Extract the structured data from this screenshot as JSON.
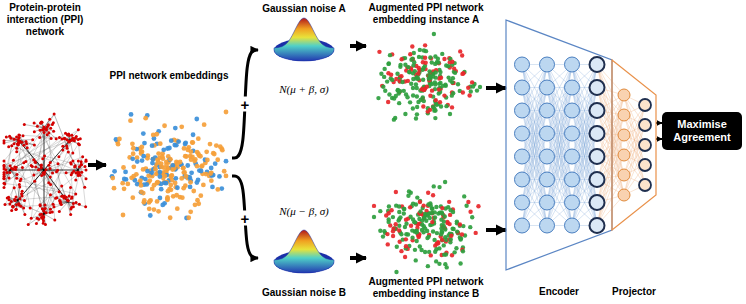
{
  "diagram": {
    "nodes": [
      {
        "text": [
          "Protein-protein interaction (PPI) network"
        ]
      },
      {
        "text": [
          "PPI network embeddings"
        ]
      },
      {
        "text": [
          "Gaussian noise A",
          "N(μ + β, σ)"
        ]
      },
      {
        "text": [
          "Augmented PPI network embedding instance A"
        ]
      },
      {
        "text": [
          "N(μ − β, σ)",
          "Gaussian noise B"
        ]
      },
      {
        "text": [
          "Augmented PPI network embedding instance B"
        ]
      },
      {
        "text": [
          "Encoder"
        ]
      },
      {
        "text": [
          "Projector"
        ]
      },
      {
        "text": [
          "Maximise Agreement"
        ]
      }
    ],
    "edges": [
      {
        "from": 0,
        "to": 1,
        "arrow": "to"
      },
      {
        "from": 1,
        "to": 2,
        "label": "+",
        "arrow": "to"
      },
      {
        "from": 1,
        "to": 4,
        "label": "+",
        "arrow": "to"
      },
      {
        "from": 2,
        "to": 3,
        "arrow": "to"
      },
      {
        "from": 4,
        "to": 5,
        "arrow": "to"
      },
      {
        "from": 3,
        "to": 6,
        "arrow": "to"
      },
      {
        "from": 5,
        "to": 6,
        "arrow": "to"
      },
      {
        "from": 7,
        "to": 8,
        "arrow": "to"
      },
      {
        "from": 7,
        "to": 8,
        "arrow": "to"
      }
    ]
  }
}
